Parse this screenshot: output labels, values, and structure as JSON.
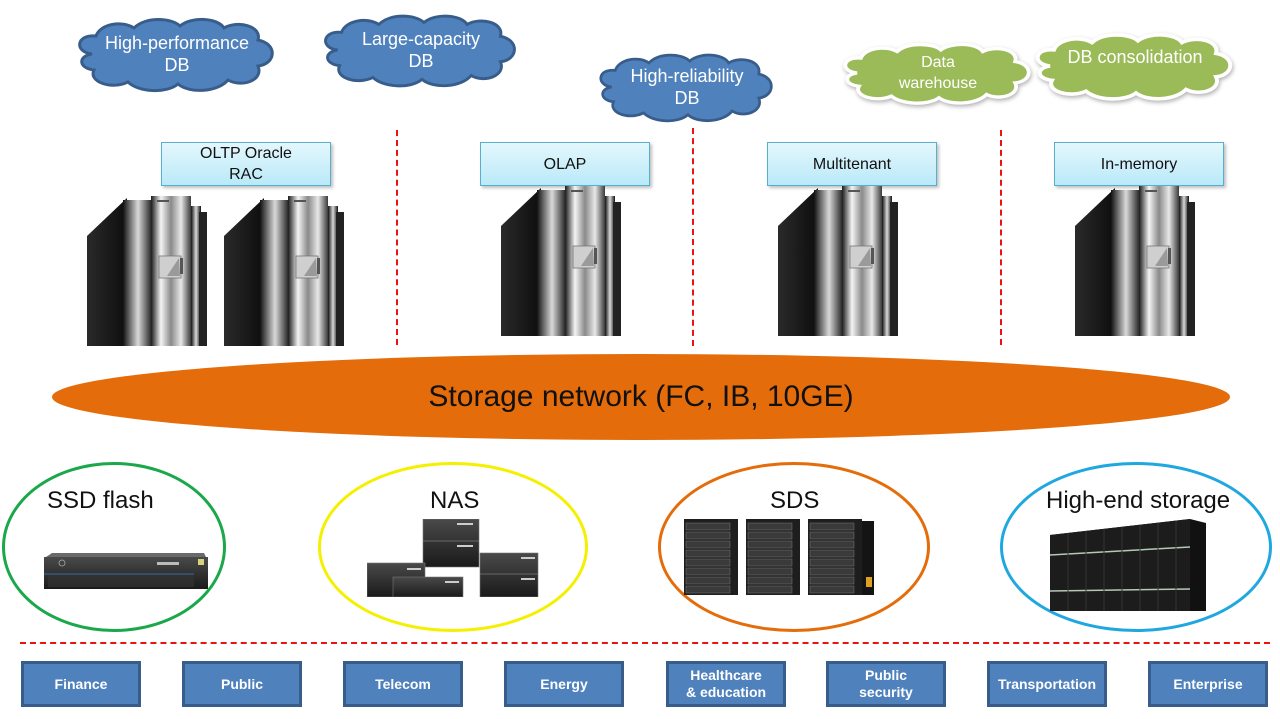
{
  "colors": {
    "cloud_blue": "#4f81bd",
    "cloud_blue_border": "#385d8a",
    "cloud_green": "#9bbb59",
    "network_orange": "#e46c0a",
    "separator_red": "#ee1111",
    "label_box_top": "#e4f7fd",
    "label_box_bottom": "#b9e9f8",
    "ssd_ring": "#1aa84b",
    "nas_ring": "#f5f000",
    "sds_ring": "#e46c0a",
    "highend_ring": "#1fa7e0",
    "industry_fill": "#4f81bd",
    "industry_border": "#385d8a"
  },
  "clouds": [
    {
      "label": "High-performance\nDB",
      "style": "blue"
    },
    {
      "label": "Large-capacity\nDB",
      "style": "blue"
    },
    {
      "label": "High-reliability\nDB",
      "style": "blue"
    },
    {
      "label": "Data\nwarehouse",
      "style": "green"
    },
    {
      "label": "DB consolidation",
      "style": "green"
    }
  ],
  "db_types": [
    {
      "label": "OLTP Oracle\nRAC",
      "servers": 2
    },
    {
      "label": "OLAP",
      "servers": 1
    },
    {
      "label": "Multitenant",
      "servers": 1
    },
    {
      "label": "In-memory",
      "servers": 1
    }
  ],
  "network": {
    "label": "Storage network (FC, IB, 10GE)"
  },
  "storage": [
    {
      "label": "SSD flash",
      "device": "ssd-array-icon"
    },
    {
      "label": "NAS",
      "device": "nas-stack-icon"
    },
    {
      "label": "SDS",
      "device": "sds-rack-icon"
    },
    {
      "label": "High-end storage",
      "device": "highend-cabinet-icon"
    }
  ],
  "industries": [
    "Finance",
    "Public",
    "Telecom",
    "Energy",
    "Healthcare\n& education",
    "Public\nsecurity",
    "Transportation",
    "Enterprise"
  ]
}
